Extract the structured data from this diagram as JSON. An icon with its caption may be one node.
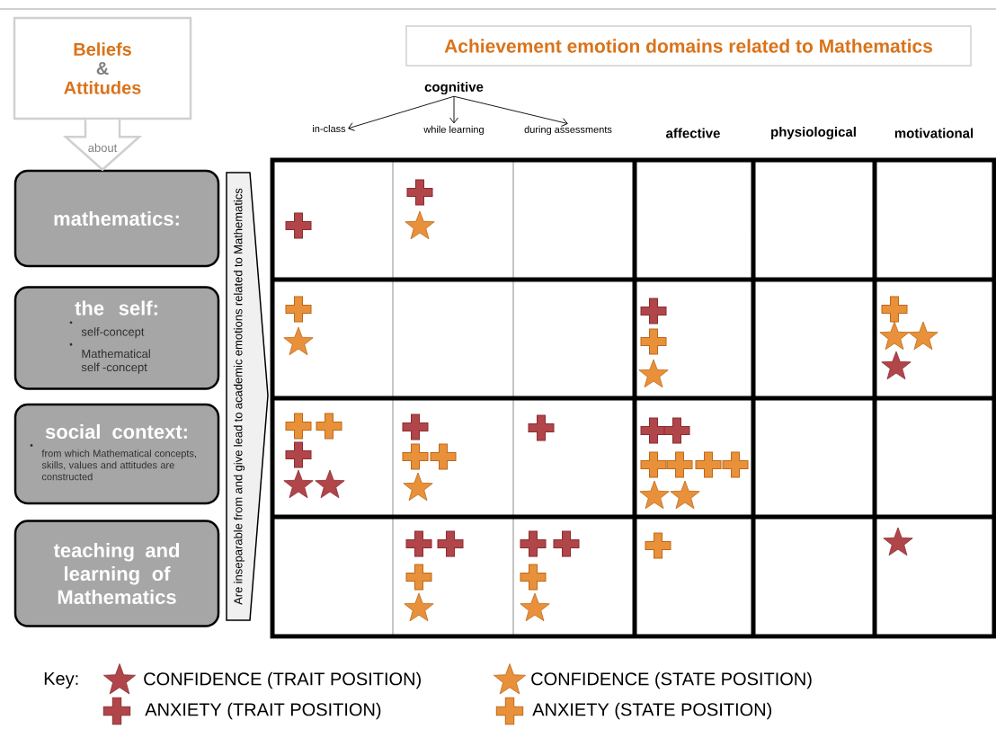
{
  "diagram": {
    "title": "Achievement emotion domains related to Mathematics",
    "nodes": [
      {
        "text": [
          "Beliefs",
          "&",
          "Attitudes"
        ]
      },
      {
        "text": [
          "mathematics:"
        ]
      },
      {
        "text": [
          "the self:",
          "self-concept",
          "Mathematical self -concept"
        ]
      },
      {
        "text": [
          "social context:",
          "from which Mathematical concepts, skills, values and attitudes are constructed"
        ]
      },
      {
        "text": [
          "teaching and learning of Mathematics"
        ]
      },
      {
        "text": [
          "Are inseparable from and give lead to academic emotions related to Mathematics"
        ]
      },
      {
        "text": [
          "cognitive"
        ]
      },
      {
        "text": [
          "in-class"
        ]
      },
      {
        "text": [
          "while learning"
        ]
      },
      {
        "text": [
          "during assessments"
        ]
      }
    ],
    "edges": [
      {
        "from": 0,
        "to": 1,
        "arrow": "to",
        "label": "about"
      },
      {
        "from": 6,
        "to": 7,
        "arrow": "to"
      },
      {
        "from": 6,
        "to": 8,
        "arrow": "to"
      },
      {
        "from": 6,
        "to": 9,
        "arrow": "to"
      }
    ],
    "labels": [
      "affective",
      "physiological",
      "motivational",
      "Key:"
    ],
    "legend": [
      {
        "text": "CONFIDENCE (TRAIT POSITION)"
      },
      {
        "text": "CONFIDENCE (STATE POSITION)"
      },
      {
        "text": "ANXIETY (TRAIT POSITION)"
      },
      {
        "text": "ANXIETY (STATE POSITION)"
      }
    ]
  }
}
